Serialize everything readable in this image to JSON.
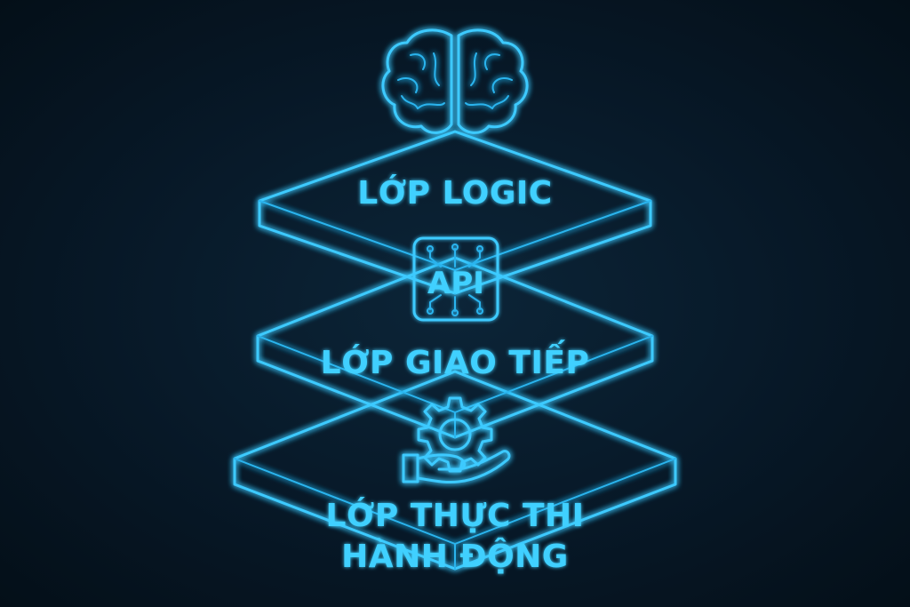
{
  "colors": {
    "background": "#061522",
    "neon": "#3ccaff",
    "text": "#3fd0ff"
  },
  "layers": [
    {
      "label": "LỚP LOGIC",
      "icon": "brain-icon"
    },
    {
      "label": "LỚP GIAO TIẾP",
      "icon": "api-chip-icon",
      "icon_text": "API"
    },
    {
      "label_line1": "LỚP THỰC THI",
      "label_line2": "HÀNH ĐỘNG",
      "icon": "gear-hand-icon"
    }
  ]
}
